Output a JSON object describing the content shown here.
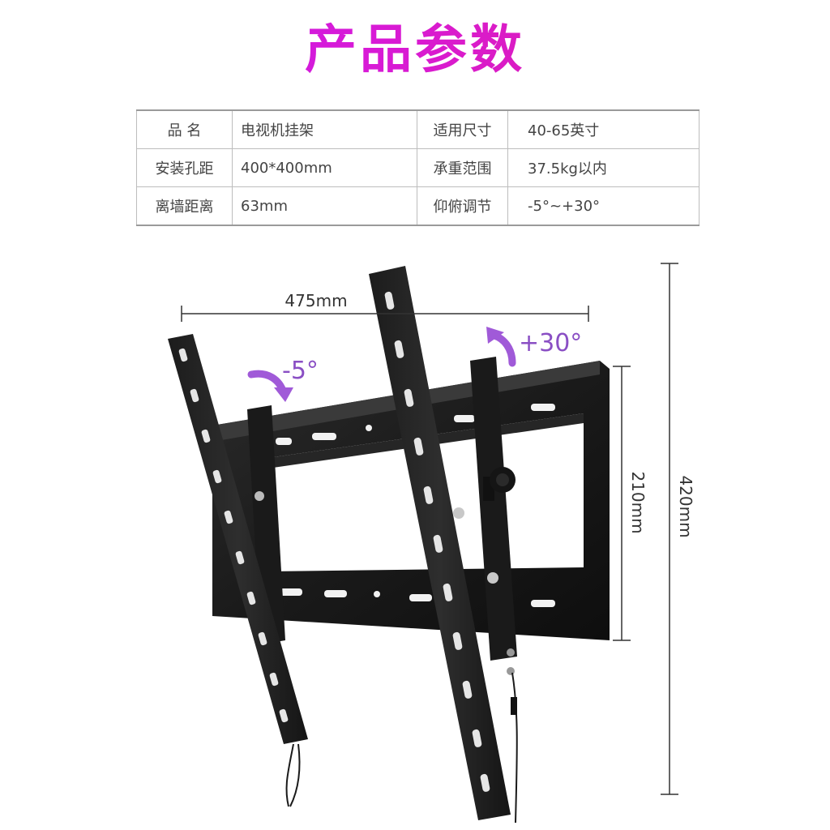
{
  "page": {
    "title": "产品参数"
  },
  "specs": {
    "rows": [
      {
        "label1": "品  名",
        "value1": "电视机挂架",
        "label2": "适用尺寸",
        "value2": "40-65英寸"
      },
      {
        "label1": "安装孔距",
        "value1": "400*400mm",
        "label2": "承重范围",
        "value2": "37.5kg以内"
      },
      {
        "label1": "离墙距离",
        "value1": "63mm",
        "label2": "仰俯调节",
        "value2": "-5°~+30°"
      }
    ]
  },
  "dimensions": {
    "width": "475mm",
    "height_plate": "210mm",
    "height_total": "420mm",
    "tilt_down": "-5°",
    "tilt_up": "+30°"
  },
  "colors": {
    "accent": "#a05ad8",
    "title_start": "#c21ff0",
    "title_end": "#e0229d"
  }
}
